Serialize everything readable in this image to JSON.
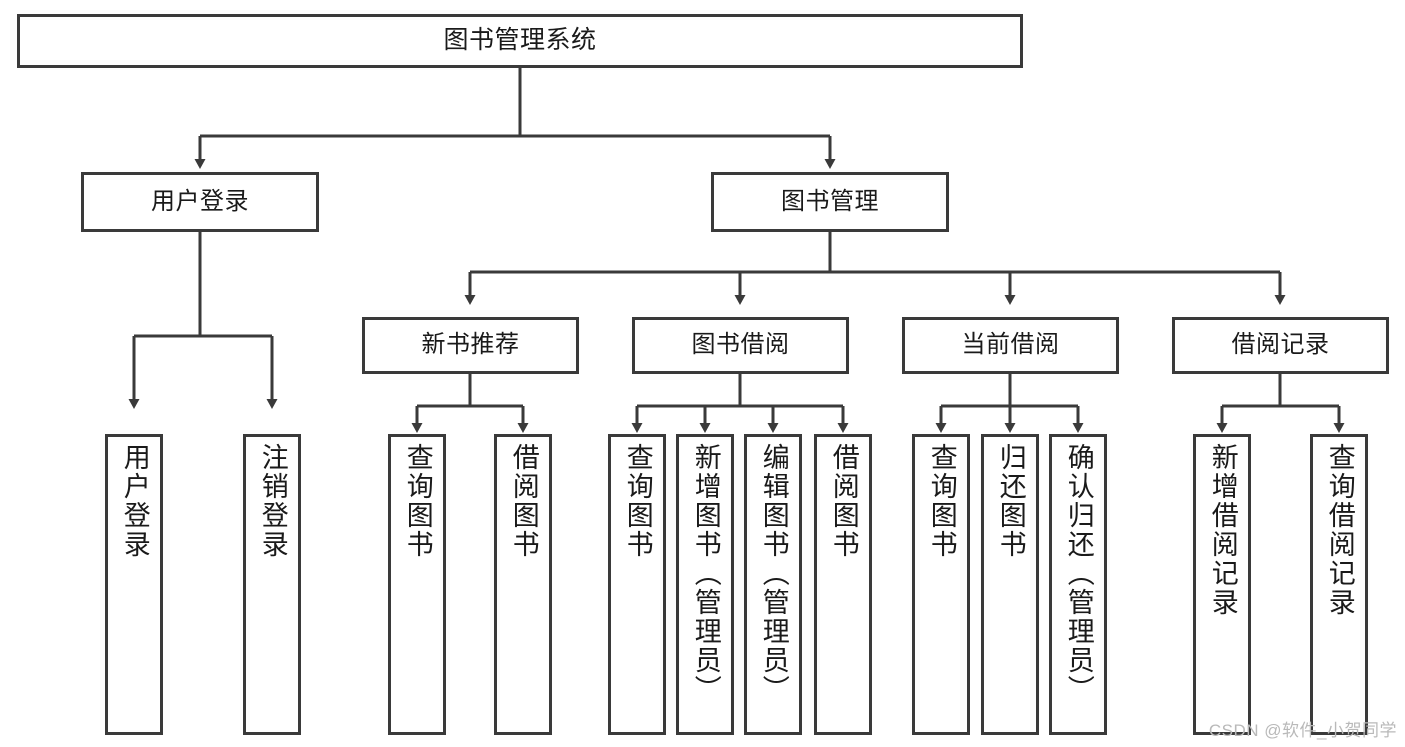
{
  "diagram": {
    "type": "tree-hierarchy-diagram",
    "title": "图书管理系统",
    "watermark": "CSDN @软件_小贺同学",
    "colors": {
      "border": "#3a3a3a",
      "background": "#ffffff",
      "text": "#1a1a1a",
      "watermark": "#b9b9b9"
    },
    "nodes": {
      "root": {
        "label": "图书管理系统"
      },
      "level1": [
        {
          "id": "user-login",
          "label": "用户登录"
        },
        {
          "id": "book-manage",
          "label": "图书管理"
        }
      ],
      "level2": [
        {
          "id": "new-book-recommend",
          "label": "新书推荐"
        },
        {
          "id": "book-borrow",
          "label": "图书借阅"
        },
        {
          "id": "current-borrow",
          "label": "当前借阅"
        },
        {
          "id": "borrow-record",
          "label": "借阅记录"
        }
      ],
      "leaves": {
        "user-login": [
          {
            "id": "leaf-user-login",
            "label": "用户登录"
          },
          {
            "id": "leaf-user-logout",
            "label": "注销登录"
          }
        ],
        "new-book-recommend": [
          {
            "id": "leaf-query-book-1",
            "label": "查询图书"
          },
          {
            "id": "leaf-borrow-book-1",
            "label": "借阅图书"
          }
        ],
        "book-borrow": [
          {
            "id": "leaf-query-book-2",
            "label": "查询图书"
          },
          {
            "id": "leaf-add-book",
            "label": "新增图书（管理员）"
          },
          {
            "id": "leaf-edit-book",
            "label": "编辑图书（管理员）"
          },
          {
            "id": "leaf-borrow-book-2",
            "label": "借阅图书"
          }
        ],
        "current-borrow": [
          {
            "id": "leaf-query-book-3",
            "label": "查询图书"
          },
          {
            "id": "leaf-return-book",
            "label": "归还图书"
          },
          {
            "id": "leaf-confirm-return",
            "label": "确认归还（管理员）"
          }
        ],
        "borrow-record": [
          {
            "id": "leaf-add-record",
            "label": "新增借阅记录"
          },
          {
            "id": "leaf-query-record",
            "label": "查询借阅记录"
          }
        ]
      }
    }
  }
}
